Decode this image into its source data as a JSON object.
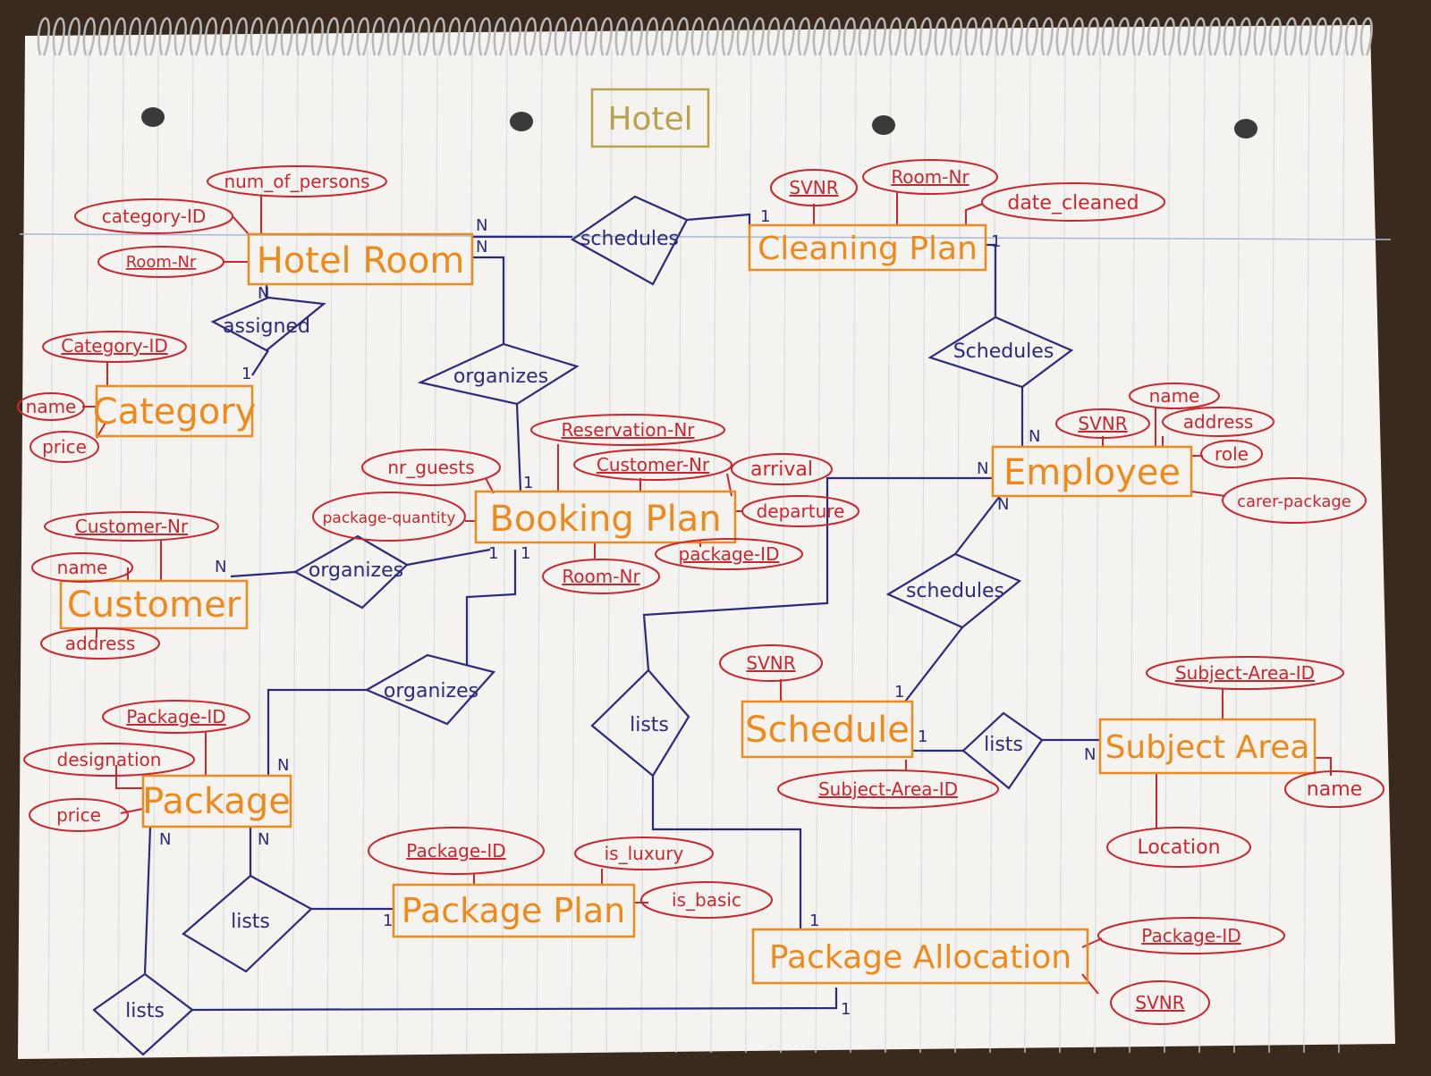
{
  "title": "Hotel",
  "colors": {
    "entity": "#ee8a1c",
    "attribute": "#c8272f",
    "relation": "#2b2a7c",
    "title": "#b9a24a",
    "paper": "#f4f3ef",
    "rule_line": "#d9dce0",
    "margin_line": "#a8b8d8"
  },
  "entities": {
    "hotel_room": "Hotel Room",
    "cleaning_plan": "Cleaning Plan",
    "category": "Category",
    "booking_plan": "Booking Plan",
    "employee": "Employee",
    "customer": "Customer",
    "package": "Package",
    "schedule": "Schedule",
    "subject_area": "Subject Area",
    "package_plan": "Package Plan",
    "package_allocation": "Package Allocation"
  },
  "relationships": {
    "schedules_room_cleaning": "schedules",
    "assigned": "assigned",
    "organizes_room_booking": "organizes",
    "schedules_cleaning_employee": "Schedules",
    "organizes_customer_booking": "organizes",
    "schedules_employee_schedule": "schedules",
    "organizes_booking_package": "organizes",
    "lists_booking_allocation": "lists",
    "lists_schedule_subject": "lists",
    "lists_package_plan": "lists",
    "lists_package_allocation": "lists"
  },
  "attributes": {
    "hotel_room": [
      "num_of_persons",
      "category-ID",
      "Room-Nr"
    ],
    "cleaning_plan": [
      "SVNR",
      "Room-Nr",
      "date_cleaned"
    ],
    "category": [
      "Category-ID",
      "name",
      "price"
    ],
    "booking_plan": [
      "Reservation-Nr",
      "nr_guests",
      "Customer-Nr",
      "arrival",
      "package-quantity",
      "departure",
      "package-ID",
      "Room-Nr"
    ],
    "employee": [
      "name",
      "SVNR",
      "address",
      "role",
      "carer-package"
    ],
    "customer": [
      "Customer-Nr",
      "name",
      "address"
    ],
    "schedule": [
      "SVNR",
      "Subject-Area-ID"
    ],
    "subject_area": [
      "Subject-Area-ID",
      "name",
      "Location"
    ],
    "package": [
      "Package-ID",
      "designation",
      "price"
    ],
    "package_plan": [
      "Package-ID",
      "is_luxury",
      "is_basic"
    ],
    "package_allocation": [
      "Package-ID",
      "SVNR"
    ]
  },
  "cardinalities": {
    "room_schedules_1": "N",
    "room_schedules_2": "N",
    "cleaning_schedules": "1",
    "room_assigned": "N",
    "category_assigned": "1",
    "cleaning_emp_rel": "1",
    "employee_top": "N",
    "employee_left": "N",
    "employee_bottom": "N",
    "booking_top": "1",
    "customer_organizes": "N",
    "booking_customer": "1",
    "booking_package": "1",
    "package_top": "N",
    "package_lists_left": "N",
    "package_lists_right": "N",
    "packageplan_lists": "1",
    "schedule_top": "1",
    "schedule_right": "1",
    "subject_lists": "N",
    "allocation_top": "1",
    "allocation_bottom": "1"
  }
}
